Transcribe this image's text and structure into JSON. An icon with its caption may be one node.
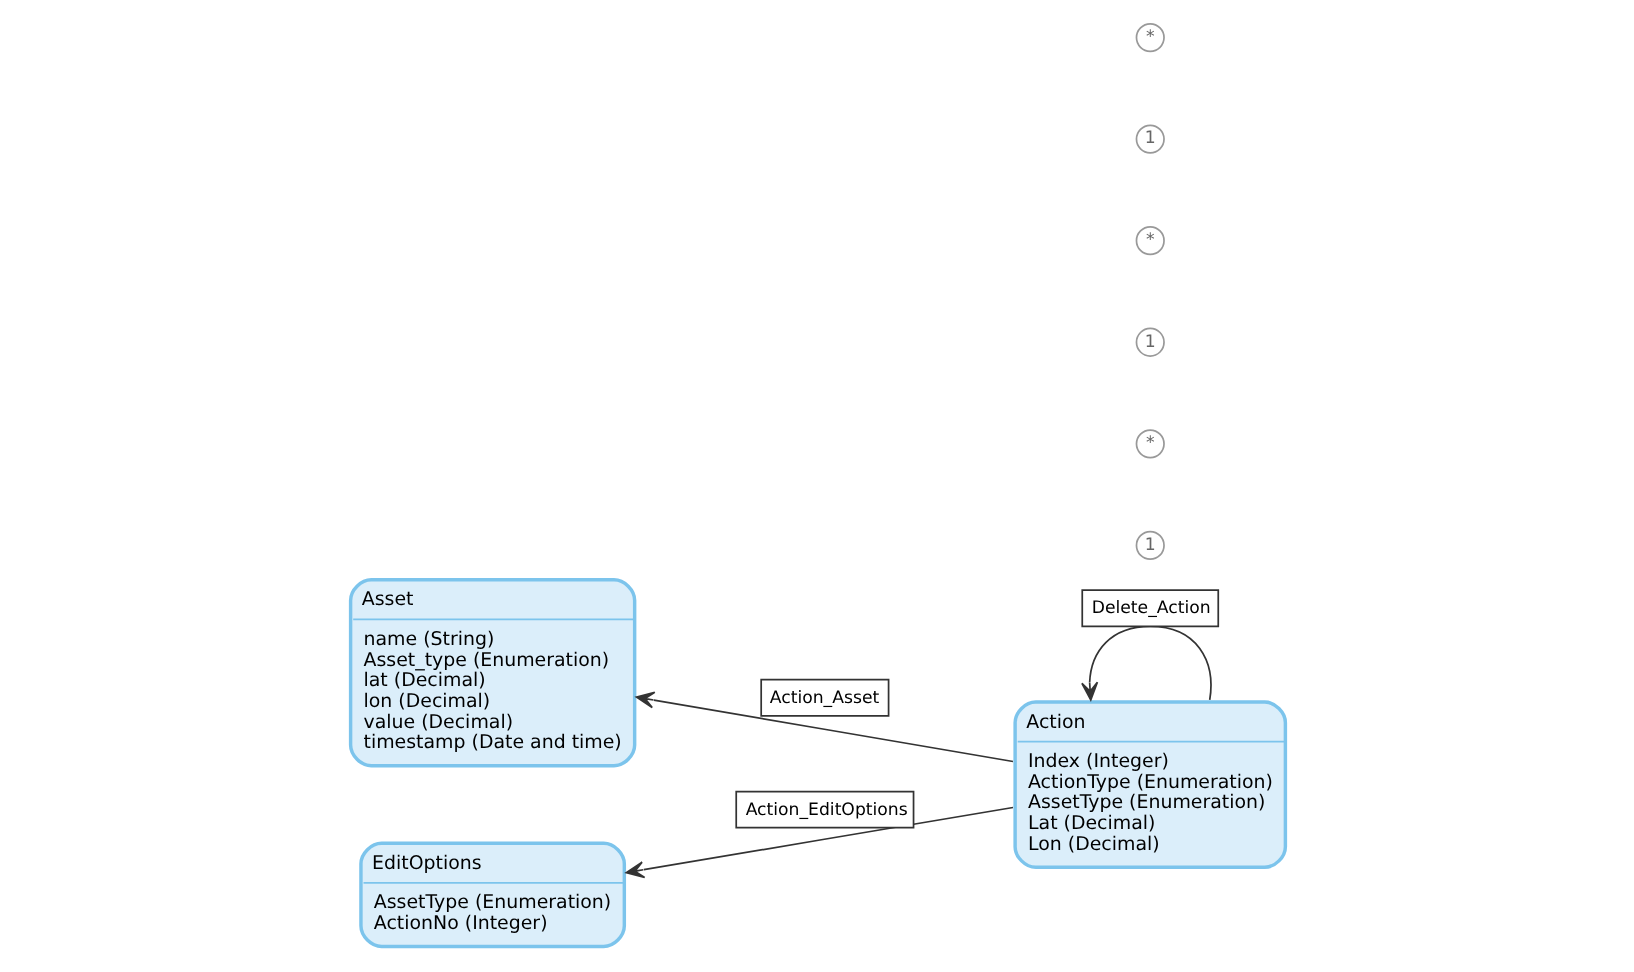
{
  "diagram": {
    "nodes": [
      {
        "text": [
          "Asset",
          "name (String)",
          "Asset_type (Enumeration)",
          "lat (Decimal)",
          "lon (Decimal)",
          "value (Decimal)",
          "timestamp (Date and time)"
        ]
      },
      {
        "text": [
          "EditOptions",
          "AssetType (Enumeration)",
          "ActionNo (Integer)"
        ]
      },
      {
        "text": [
          "Action",
          "Index (Integer)",
          "ActionType (Enumeration)",
          "AssetType (Enumeration)",
          "Lat (Decimal)",
          "Lon (Decimal)"
        ]
      }
    ],
    "edges": [
      {
        "from": 2,
        "to": 0,
        "arrow": "to",
        "label": "Action_Asset"
      },
      {
        "from": 2,
        "to": 2,
        "arrow": "to",
        "label": "Delete_Action"
      },
      {
        "from": 2,
        "to": 1,
        "arrow": "to",
        "label": "Action_EditOptions"
      }
    ],
    "labels": [
      "1",
      "*",
      "1",
      "*",
      "1",
      "*"
    ]
  }
}
